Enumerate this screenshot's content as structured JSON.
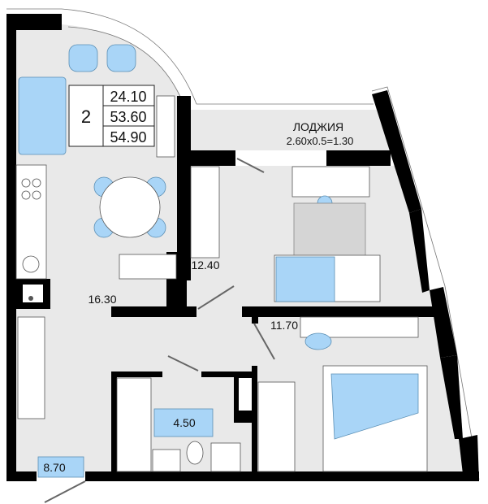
{
  "apartment": {
    "rooms_count": "2",
    "living_area": "24.10",
    "total_area": "53.60",
    "total_with_loggia": "54.90"
  },
  "loggia": {
    "title": "ЛОДЖИЯ",
    "formula": "2.60x0.5=1.30"
  },
  "rooms": {
    "kitchen_living": "16.30",
    "bedroom_1": "12.40",
    "bedroom_2": "11.70",
    "bathroom": "4.50",
    "hallway": "8.70"
  },
  "colors": {
    "accent": "#a9d5f7",
    "wall": "#000000",
    "floor": "#e9e9e9"
  }
}
